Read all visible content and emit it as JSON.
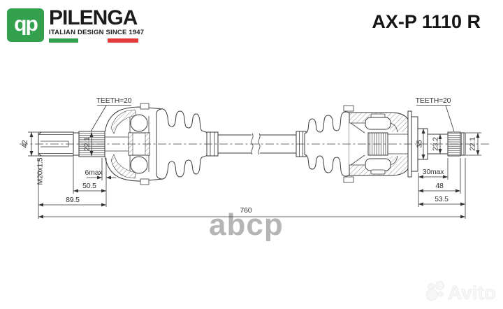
{
  "header": {
    "logo_monogram": "qp",
    "brand": "PILENGA",
    "tagline": "ITALIAN DESIGN SINCE 1947",
    "brand_green": "#33a04e",
    "flag_red": "#e23b3b",
    "part_number": "AX-P 1110 R"
  },
  "drawing": {
    "teeth_left": "TEETH=20",
    "teeth_right": "TEETH=20",
    "stub_height": "42",
    "thread_spec": "M20x1.5",
    "spline_left_od": "22.1",
    "spline_runout": "6max",
    "len_50_5": "50.5",
    "len_89_5": "89.5",
    "total_length": "760",
    "joint_od": "35",
    "shaft_od": "23.2",
    "spline_right_od": "22.1",
    "spline_right_len": "30max",
    "len_48": "48",
    "len_53_5": "53.5"
  },
  "watermarks": {
    "center": "abcp",
    "corner": "Avito"
  }
}
